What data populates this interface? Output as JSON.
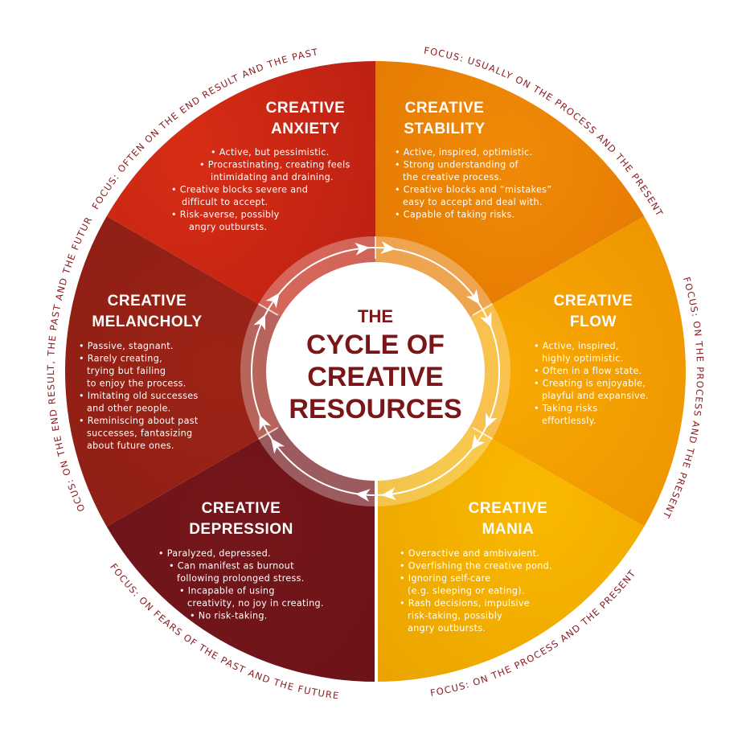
{
  "title": {
    "line1": "THE",
    "line2": "CYCLE OF",
    "line3": "CREATIVE",
    "line4": "RESOURCES"
  },
  "colors": {
    "anxiety": "#cf2a14",
    "stability": "#ee8204",
    "flow": "#f6a300",
    "mania": "#f8b600",
    "depression": "#70141a",
    "melancholy": "#9a2216",
    "focus_text": "#8a1a1e",
    "title_text": "#7a1518"
  },
  "sectors": [
    {
      "id": "anxiety",
      "title": [
        "CREATIVE",
        "ANXIETY"
      ],
      "bullets": [
        [
          "• Active, but pessimistic."
        ],
        [
          "• Procrastinating, creating feels",
          "intimidating and draining."
        ],
        [
          "• Creative blocks severe and",
          "difficult to accept."
        ],
        [
          "• Risk-averse, possibly",
          "angry outbursts."
        ]
      ],
      "focus": "FOCUS: OFTEN ON THE END RESULT AND THE PAST"
    },
    {
      "id": "stability",
      "title": [
        "CREATIVE",
        "STABILITY"
      ],
      "bullets": [
        [
          "• Active, inspired, optimistic."
        ],
        [
          "• Strong understanding of",
          "the creative process."
        ],
        [
          "• Creative blocks and “mistakes”",
          "easy to accept and deal with."
        ],
        [
          "• Capable of taking risks."
        ]
      ],
      "focus": "FOCUS: USUALLY ON THE PROCESS AND THE PRESENT"
    },
    {
      "id": "flow",
      "title": [
        "CREATIVE",
        "FLOW"
      ],
      "bullets": [
        [
          "• Active, inspired,",
          "highly optimistic."
        ],
        [
          "• Often in a flow state."
        ],
        [
          "• Creating is enjoyable,",
          "playful and expansive."
        ],
        [
          "• Taking risks",
          "effortlessly."
        ]
      ],
      "focus": "FOCUS: ON THE PROCESS AND THE PRESENT"
    },
    {
      "id": "mania",
      "title": [
        "CREATIVE",
        "MANIA"
      ],
      "bullets": [
        [
          "• Overactive and ambivalent."
        ],
        [
          "• Overfishing the creative pond."
        ],
        [
          "• Ignoring self-care",
          "(e.g. sleeping or eating)."
        ],
        [
          "• Rash decisions, impulsive",
          "risk-taking, possibly",
          "angry outbursts."
        ]
      ],
      "focus": "FOCUS: ON THE PROCESS AND THE PRESENT"
    },
    {
      "id": "depression",
      "title": [
        "CREATIVE",
        "DEPRESSION"
      ],
      "bullets": [
        [
          "• Paralyzed, depressed."
        ],
        [
          "• Can manifest as burnout",
          "following prolonged stress."
        ],
        [
          "• Incapable of using",
          "creativity, no joy in creating."
        ],
        [
          "• No risk-taking."
        ]
      ],
      "focus": "FOCUS: ON FEARS OF THE PAST AND THE FUTURE"
    },
    {
      "id": "melancholy",
      "title": [
        "CREATIVE",
        "MELANCHOLY"
      ],
      "bullets": [
        [
          "• Passive, stagnant."
        ],
        [
          "• Rarely creating,",
          "trying but failing",
          "to enjoy the process."
        ],
        [
          "• Imitating old successes",
          "and other people."
        ],
        [
          "• Reminiscing about past",
          "successes, fantasizing",
          "about future ones."
        ]
      ],
      "focus": "FOCUS: ON THE END RESULT, THE PAST AND THE FUTURE"
    }
  ]
}
